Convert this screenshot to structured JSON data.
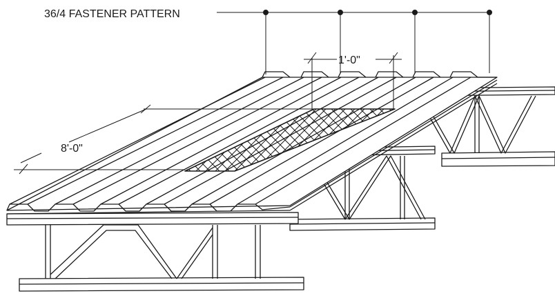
{
  "labels": {
    "fastener_pattern": "36/4 FASTENER PATTERN",
    "width_dimension": "1'-0\"",
    "length_dimension": "8'-0\""
  },
  "colors": {
    "ink": "#1a1a1a",
    "background": "#ffffff"
  }
}
